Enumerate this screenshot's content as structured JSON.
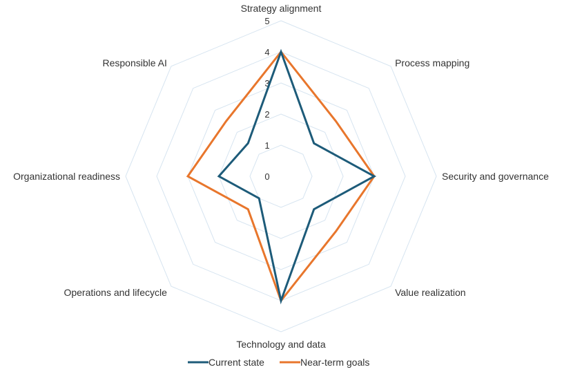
{
  "chart_data": {
    "type": "radar",
    "categories": [
      "Strategy alignment",
      "Process mapping",
      "Security and governance",
      "Value realization",
      "Technology and data",
      "Operations and lifecycle",
      "Organizational readiness",
      "Responsible AI"
    ],
    "series": [
      {
        "name": "Current state",
        "values": [
          4,
          1.5,
          3,
          1.5,
          4,
          1,
          2,
          1.5
        ],
        "color": "#1d5b79"
      },
      {
        "name": "Near-term goals",
        "values": [
          4,
          2.5,
          3,
          2.5,
          4,
          1.5,
          3,
          2.5
        ],
        "color": "#e8762c"
      }
    ],
    "ticks": [
      "0",
      "1",
      "2",
      "3",
      "4",
      "5"
    ],
    "rlim": [
      0,
      5
    ],
    "grid": true,
    "grid_color": "#d6e4f0",
    "legend_position": "bottom"
  }
}
